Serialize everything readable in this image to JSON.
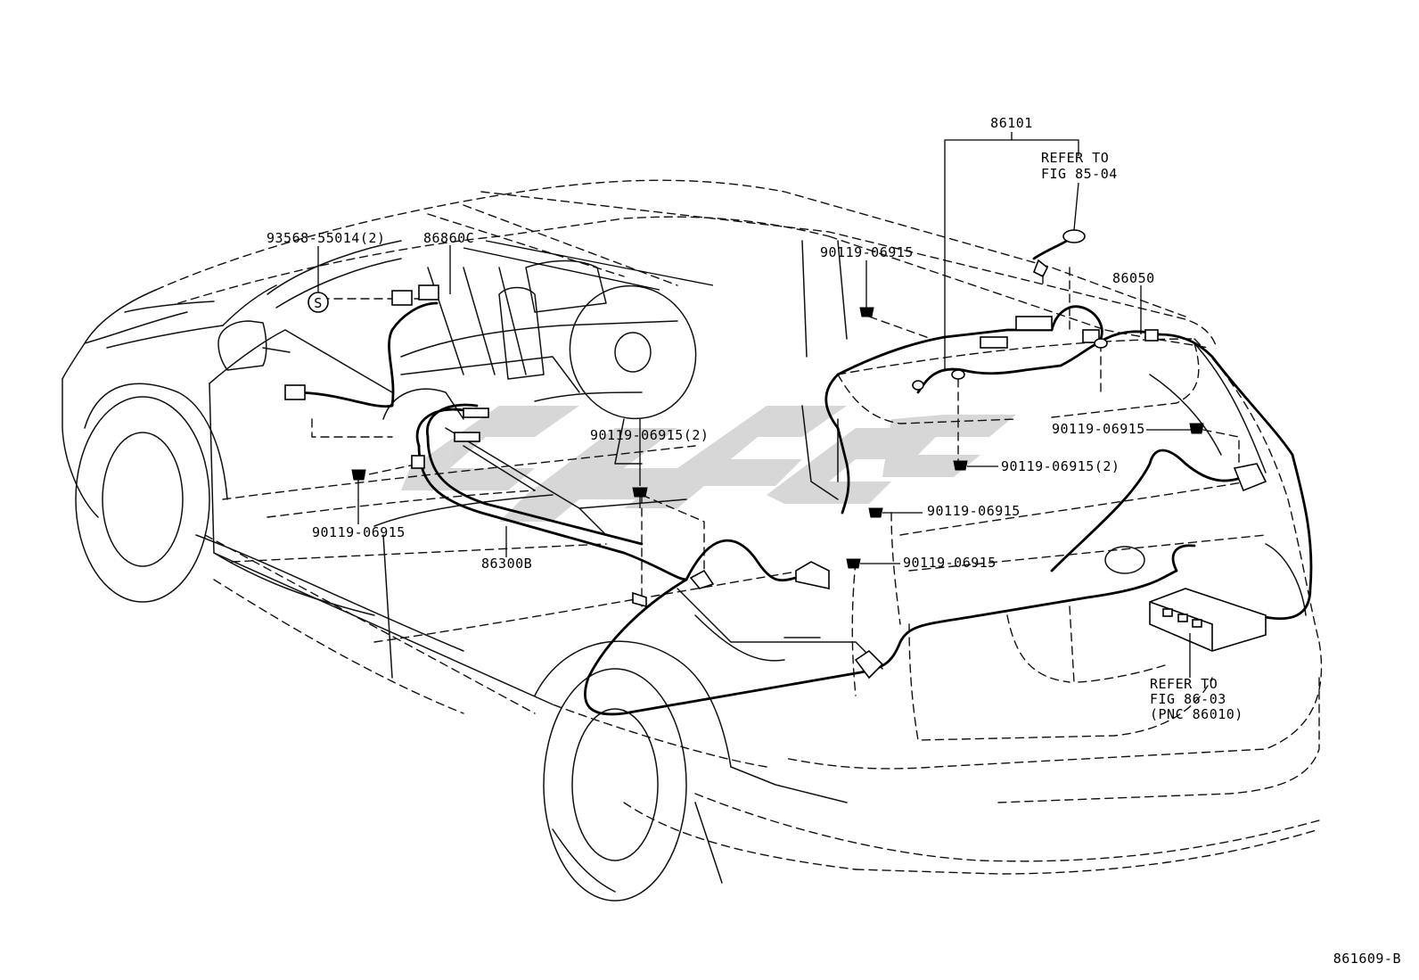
{
  "labels": {
    "p86101": "86101",
    "refer_top_1": "REFER TO",
    "refer_top_2": "FIG 85-04",
    "p86050": "86050",
    "p93568": "93568-55014(2)",
    "p86860c": "86860C",
    "p90119_roof": "90119-06915",
    "p90119_dash2": "90119-06915(2)",
    "p90119_right": "90119-06915",
    "p90119_center2": "90119-06915(2)",
    "p90119_pillar": "90119-06915",
    "p90119_lower": "90119-06915",
    "p90119_left": "90119-06915",
    "p86300b": "86300B",
    "refer_bot_1": "REFER TO",
    "refer_bot_2": "FIG 86-03",
    "refer_bot_3": "(PNC 86010)",
    "circle_s": "S",
    "figure_code": "861609-B"
  },
  "icons": {
    "watermark": "brand-watermark",
    "clip": "clip-fastener-icon",
    "amplifier": "amplifier-unit-icon",
    "antenna": "antenna-feed-icon"
  },
  "colors": {
    "line": "#111111",
    "wire": "#000000",
    "watermark": "#c9c9c9",
    "background": "#ffffff"
  }
}
